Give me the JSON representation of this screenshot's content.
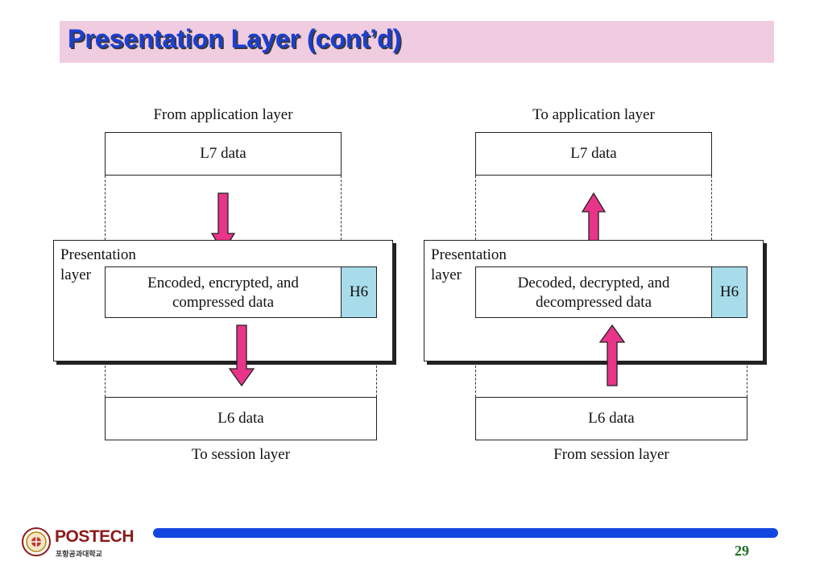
{
  "title": "Presentation Layer (cont’d)",
  "left_diagram": {
    "top_label": "From application layer",
    "l7_box": "L7 data",
    "layer_label_line1": "Presentation",
    "layer_label_line2": "layer",
    "data_line1": "Encoded, encrypted, and",
    "data_line2": "compressed data",
    "header": "H6",
    "l6_box": "L6 data",
    "bottom_label": "To session layer"
  },
  "right_diagram": {
    "top_label": "To application layer",
    "l7_box": "L7 data",
    "layer_label_line1": "Presentation",
    "layer_label_line2": "layer",
    "data_line1": "Decoded, decrypted, and",
    "data_line2": "decompressed data",
    "header": "H6",
    "l6_box": "L6 data",
    "bottom_label": "From session layer"
  },
  "footer": {
    "logo_text": "POSTECH",
    "logo_subtext": "포항공과대학교",
    "page_number": "29"
  },
  "colors": {
    "title_background": "#f0cce0",
    "title_text": "#1a3fd1",
    "arrow_fill": "#e8348a",
    "header_fill": "#a8dcea",
    "footer_bar": "#1446e0",
    "page_number": "#1b6d1b"
  }
}
